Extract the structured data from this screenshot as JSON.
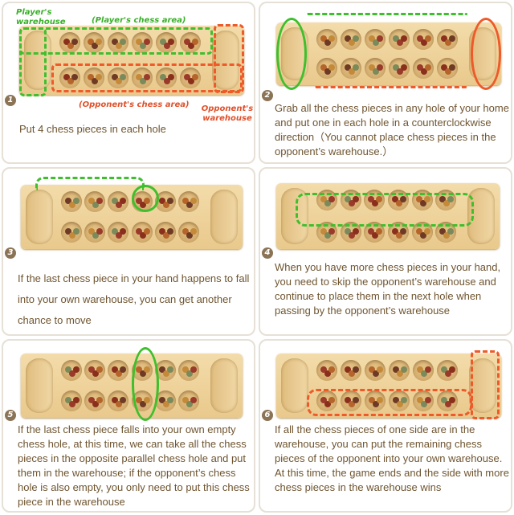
{
  "labels": {
    "players_warehouse": "Player's warehouse",
    "players_chess_area": "(Player's chess area)",
    "opponents_chess_area": "(Opponent's chess area)",
    "opponents_warehouse": "Opponent's warehouse"
  },
  "colors": {
    "player": "#3fbf2e",
    "opponent": "#ee5a2a",
    "text": "#6f5530"
  },
  "steps": [
    {
      "number": "1",
      "text": "Put 4 chess pieces in each hole"
    },
    {
      "number": "2",
      "text": "Grab all the chess pieces in any hole of your home and put one in each hole in a counterclockwise direction（You cannot place chess pieces in the opponent’s warehouse.）"
    },
    {
      "number": "3",
      "text": "If the last chess piece in your hand happens to fall into your own warehouse, you can get another chance to move"
    },
    {
      "number": "4",
      "text": "When you have more chess pieces in your hand, you need to skip the opponent’s warehouse and continue to place them in the next hole when passing by the opponent’s warehouse"
    },
    {
      "number": "5",
      "text": "If the last chess piece falls into your own empty chess hole, at this time, we can take all the chess pieces in the opposite parallel chess hole and put them in the warehouse; if the opponent’s chess hole is also empty, you only need to put this chess piece in the warehouse"
    },
    {
      "number": "6",
      "text": "If all the chess pieces of one side are in the warehouse, you can put the remaining chess pieces of the opponent into your own warehouse. At this time, the game ends and the side with more chess pieces in the warehouse wins"
    }
  ]
}
